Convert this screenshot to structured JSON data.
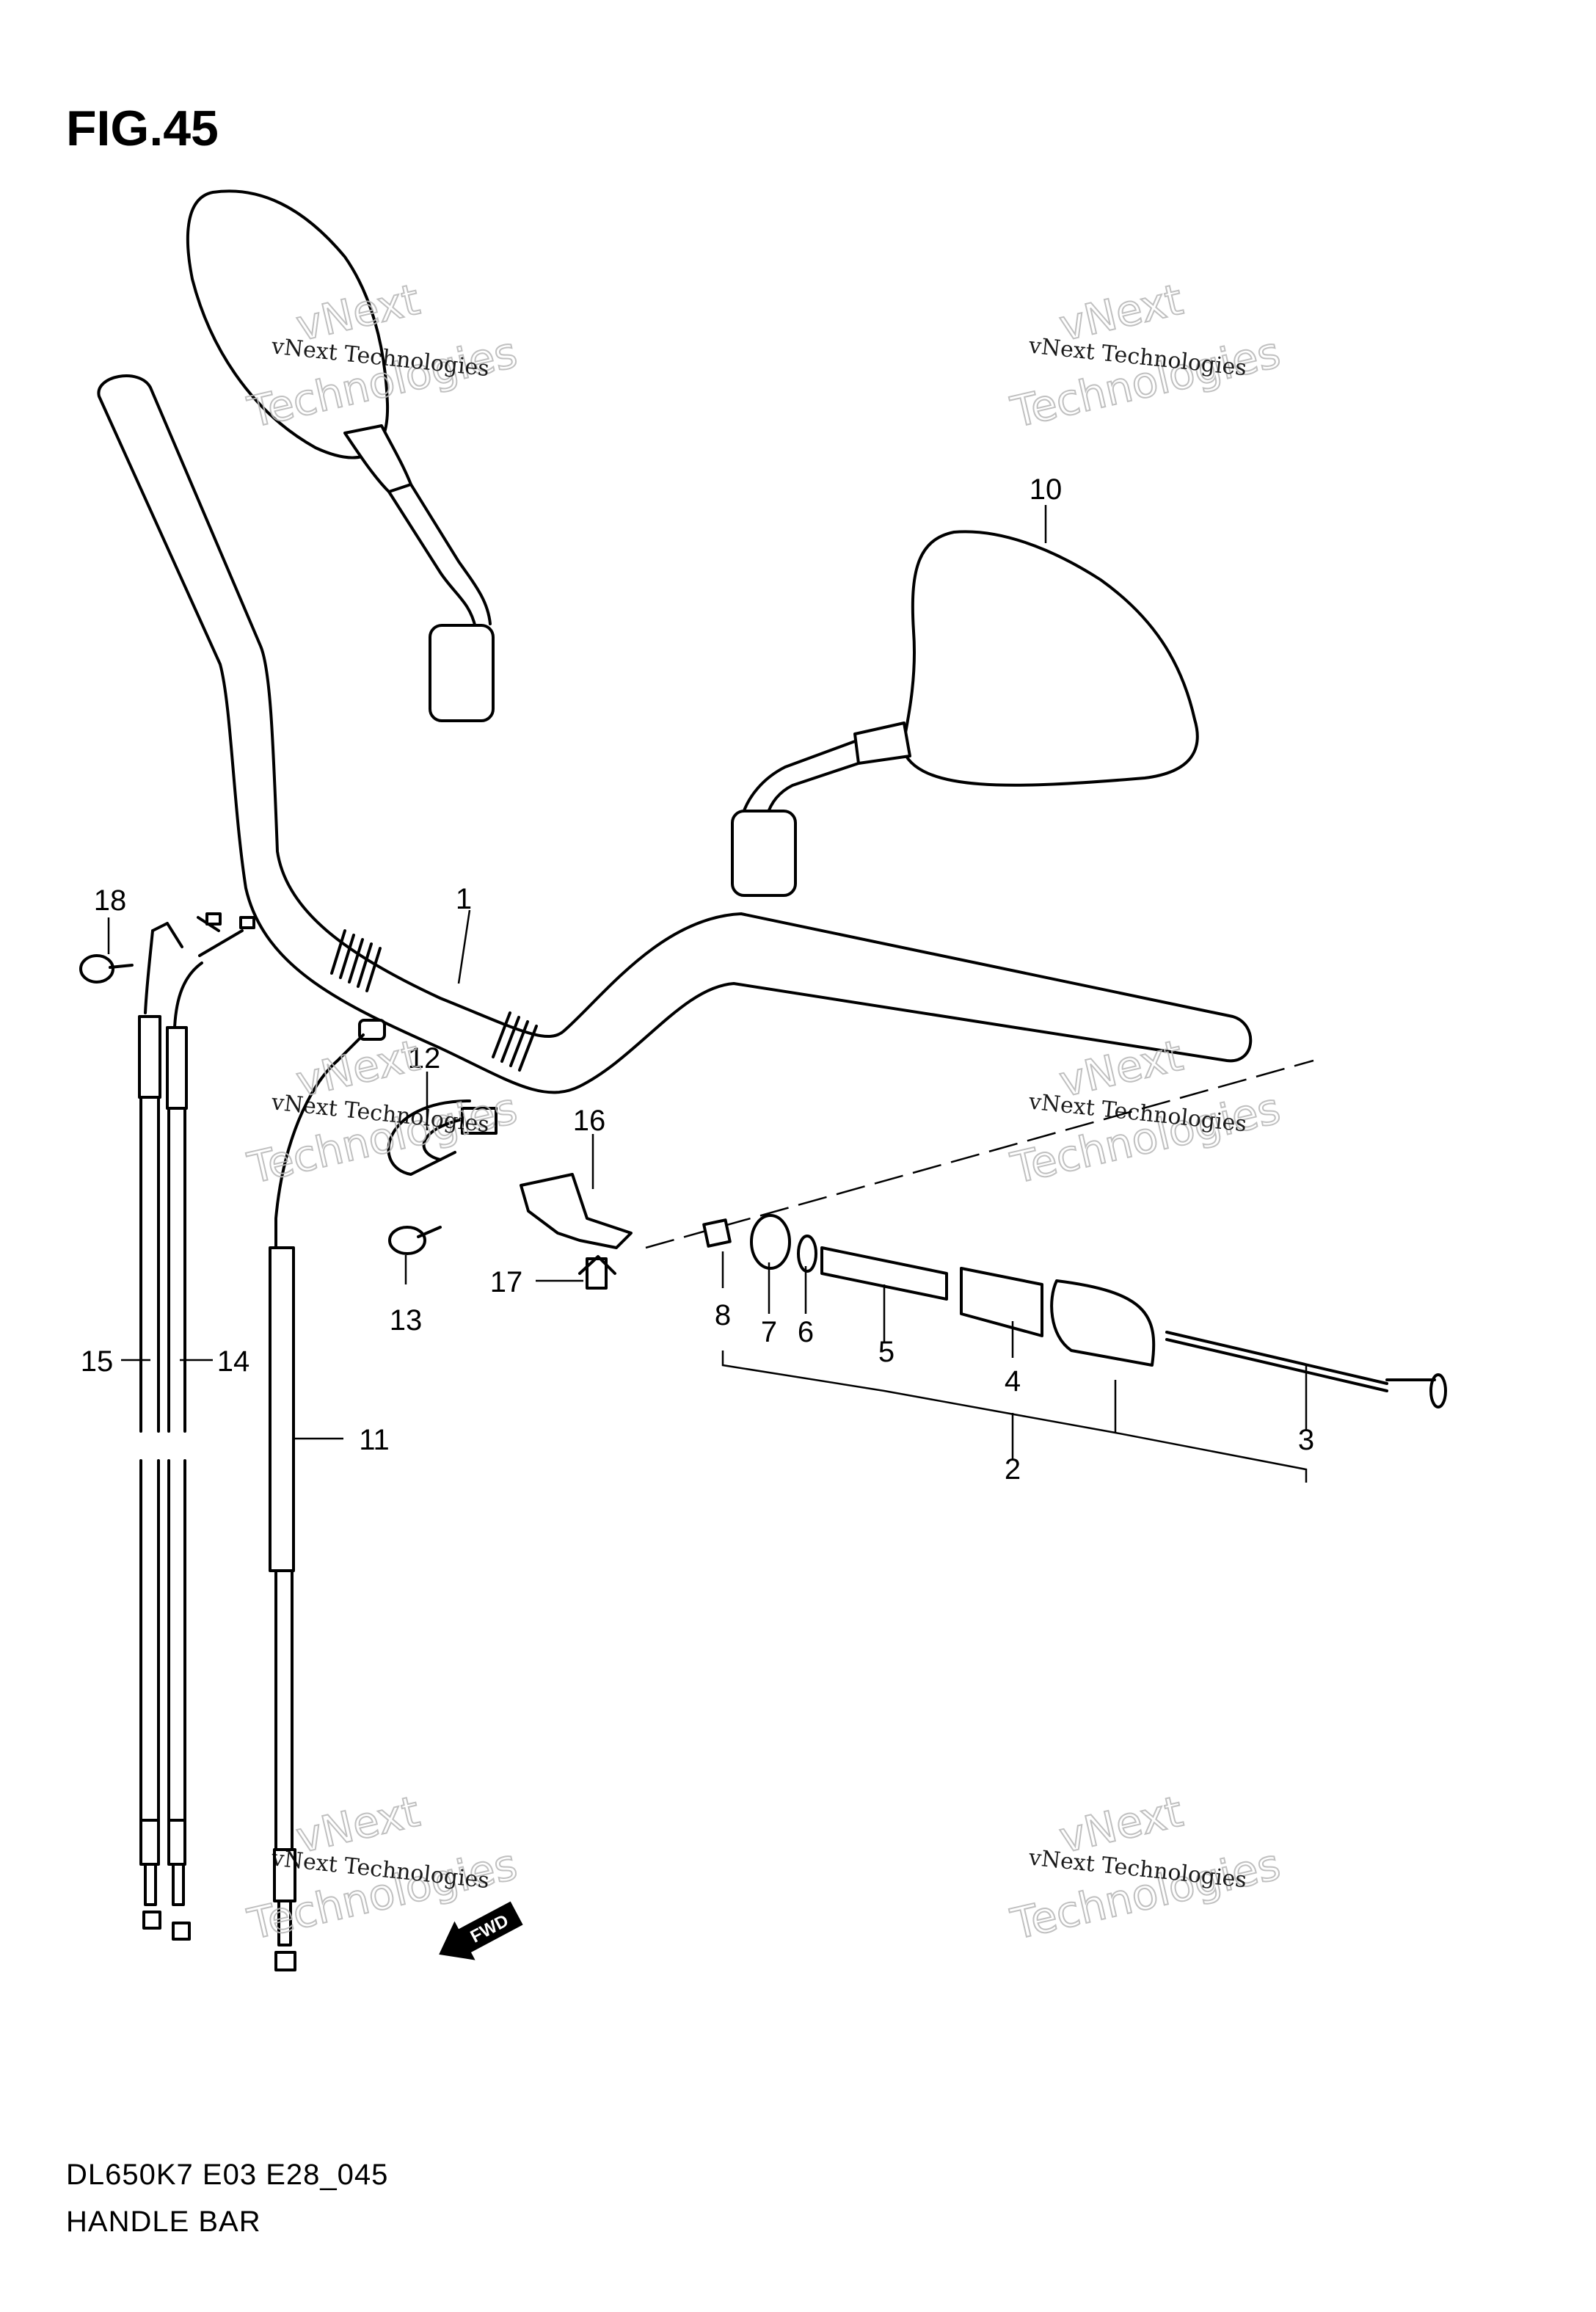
{
  "figure": {
    "title": "FIG.45",
    "model_code": "DL650K7 E03 E28_045",
    "section_name": "HANDLE BAR"
  },
  "callouts": [
    "1",
    "2",
    "3",
    "4",
    "5",
    "6",
    "7",
    "8",
    "10",
    "11",
    "12",
    "13",
    "14",
    "15",
    "16",
    "17",
    "18"
  ],
  "fwd_label": "FWD",
  "watermark": {
    "line1": "vNext Technologies",
    "line2_a": "vNext",
    "line2_b": "Technologies"
  }
}
